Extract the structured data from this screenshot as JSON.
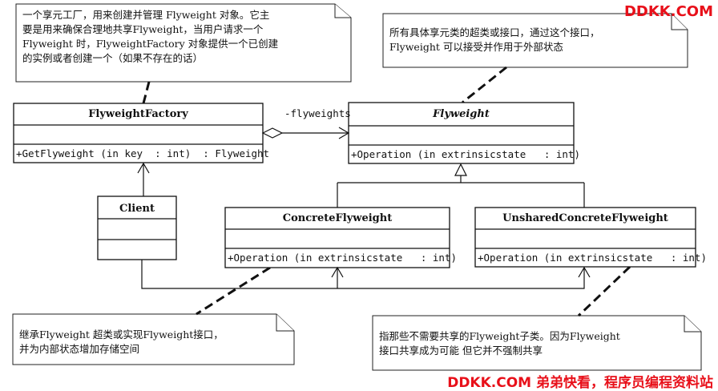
{
  "watermark": {
    "top_right": "DDKK.COM",
    "bottom": "DDKK.COM 弟弟快看，程序员编程资料站",
    "color": "#e8101a"
  },
  "notes": {
    "factory": "一个享元工厂，用来创建并管理 Flyweight 对象。它主\n要是用来确保合理地共享Flyweight，当用户请求一个\nFlyweight 时，FlyweightFactory 对象提供一个已创建\n的实例或者创建一个（如果不存在的话）",
    "flyweight": "所有具体享元类的超类或接口，通过这个接口，\nFlyweight 可以接受并作用于外部状态",
    "concrete": "继承Flyweight 超类或实现Flyweight接口，\n并为内部状态增加存储空间",
    "unshared": "指那些不需要共享的Flyweight子类。因为Flyweight\n接口共享成为可能  但它并不强制共享"
  },
  "classes": {
    "factory": {
      "name": "FlyweightFactory",
      "op": "+GetFlyweight (in key  : int)  : Flyweight"
    },
    "flyweight": {
      "name": "Flyweight",
      "op": "+Operation (in extrinsicstate   : int)"
    },
    "client": {
      "name": "Client"
    },
    "concrete": {
      "name": "ConcreteFlyweight",
      "op": "+Operation (in extrinsicstate   : int)"
    },
    "unshared": {
      "name": "UnsharedConcreteFlyweight",
      "op": "+Operation (in extrinsicstate   : int)"
    }
  },
  "association": {
    "role": "-flyweights"
  }
}
